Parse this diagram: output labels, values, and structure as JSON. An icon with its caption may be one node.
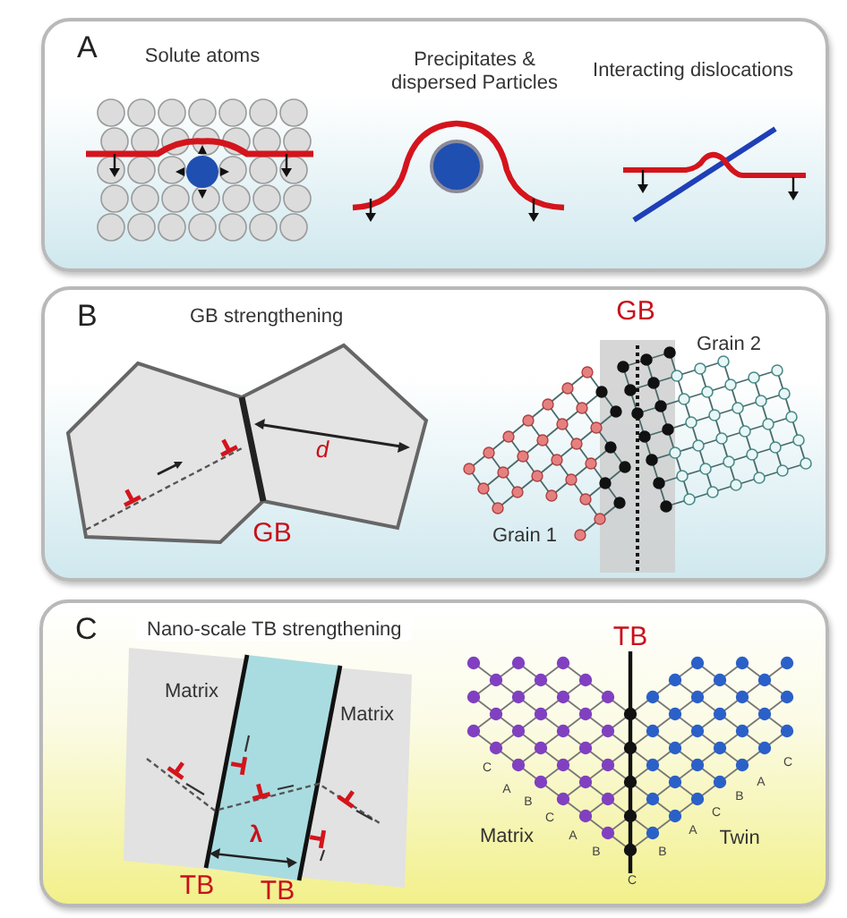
{
  "diagram": {
    "nodes": [
      {
        "text": [
          "A"
        ]
      },
      {
        "text": [
          "B",
          "GB strengthening"
        ]
      },
      {
        "text": [
          "C",
          "Nano-scale TB strengthening"
        ]
      }
    ],
    "labels": [
      "Solute atoms",
      "Precipitates & dispersed Particles",
      "Interacting dislocations",
      "GB",
      "Grain 2",
      "d",
      "GB",
      "Grain 1",
      "TB",
      "Matrix",
      "Matrix",
      "C",
      "A",
      "B",
      "C",
      "A",
      "B",
      "C",
      "B",
      "A",
      "C",
      "B",
      "A",
      "C",
      "λ",
      "Matrix",
      "Twin",
      "TB",
      "TB"
    ]
  }
}
